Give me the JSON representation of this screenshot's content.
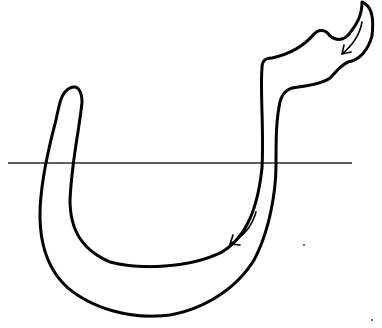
{
  "figure": {
    "subject": "letter-stroke-guide",
    "stroke_color": "#000000",
    "background_color": "#ffffff",
    "elements": [
      "baseline",
      "letter-outline",
      "direction-arrow-top",
      "direction-arrow-bottom"
    ]
  }
}
